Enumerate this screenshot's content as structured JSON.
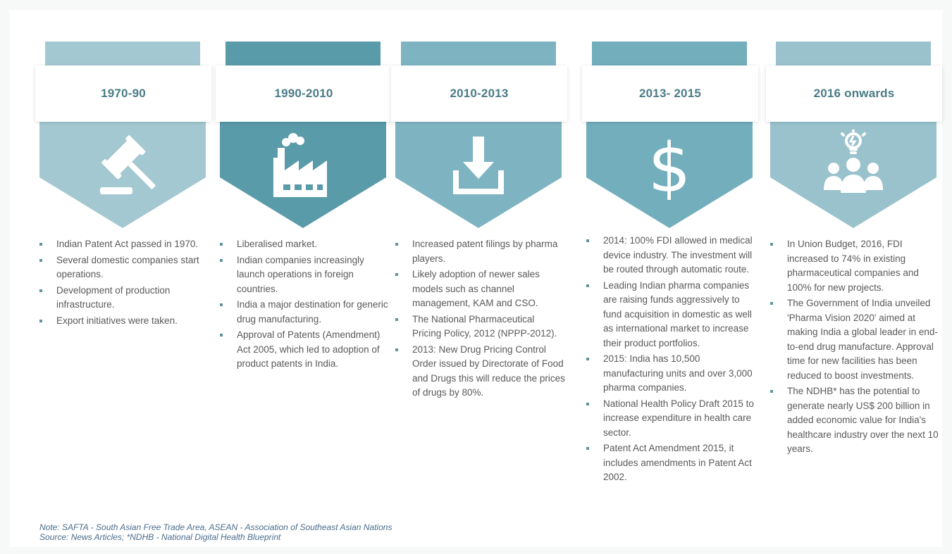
{
  "colors": {
    "period_1": "#a3c8d1",
    "period_2": "#5a9ba9",
    "period_3": "#7eb4c2",
    "period_4": "#72aebc",
    "period_5": "#99c2cc",
    "label_text": "#4a7c86",
    "body_text": "#595959",
    "note_text": "#4a6d8c"
  },
  "timeline": [
    {
      "period": "1970-90",
      "icon": "gavel-icon",
      "items": [
        "Indian Patent Act passed in 1970.",
        "Several domestic companies start operations.",
        "Development of production infrastructure.",
        "Export initiatives were taken."
      ]
    },
    {
      "period": "1990-2010",
      "icon": "factory-icon",
      "items": [
        "Liberalised market.",
        "Indian companies increasingly launch operations in foreign countries.",
        "India a major destination for generic drug manufacturing.",
        "Approval of Patents (Amendment) Act 2005, which led to adoption of product patents in India."
      ]
    },
    {
      "period": "2010-2013",
      "icon": "download-icon",
      "items": [
        "Increased patent filings by pharma players.",
        "Likely adoption of newer sales models such as channel management, KAM and CSO.",
        "The National Pharmaceutical Pricing Policy, 2012 (NPPP-2012).",
        "2013: New Drug Pricing Control Order issued by Directorate of Food and Drugs this will reduce the prices of drugs by 80%."
      ]
    },
    {
      "period": "2013- 2015",
      "icon": "dollar-icon",
      "items": [
        "2014: 100% FDI allowed in medical device industry. The investment will be routed through automatic route.",
        "Leading Indian pharma companies are raising funds aggressively to fund acquisition in domestic as well as international market to increase their product portfolios.",
        "2015: India has 10,500 manufacturing units and over 3,000 pharma companies.",
        "National Health Policy Draft 2015 to increase expenditure in health care sector.",
        "Patent Act Amendment 2015, it includes amendments in Patent Act 2002."
      ]
    },
    {
      "period": "2016 onwards",
      "icon": "team-idea-icon",
      "items": [
        "In Union Budget, 2016, FDI increased to 74% in existing pharmaceutical companies and 100% for new projects.",
        "The Government of India unveiled 'Pharma Vision 2020' aimed at making India a global leader in end-to-end drug manufacture. Approval time for new facilities has been reduced to boost investments.",
        "The NDHB* has the potential to generate nearly US$ 200 billion in added economic value for India's healthcare industry over the next 10 years."
      ]
    }
  ],
  "footer": {
    "note": "Note: SAFTA - South Asian Free Trade Area, ASEAN - Association of Southeast Asian Nations",
    "source": "Source: News Articles; *NDHB - National Digital Health Blueprint"
  }
}
